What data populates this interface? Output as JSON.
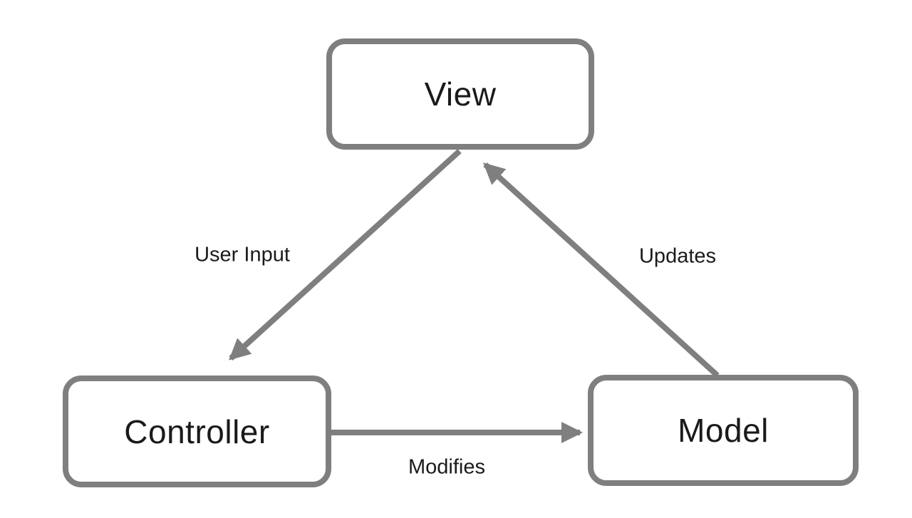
{
  "diagram": {
    "type": "flow-diagram",
    "subject": "MVC pattern",
    "nodes": [
      {
        "id": "view",
        "label": "View"
      },
      {
        "id": "controller",
        "label": "Controller"
      },
      {
        "id": "model",
        "label": "Model"
      }
    ],
    "edges": [
      {
        "from": "view",
        "to": "controller",
        "label": "User Input",
        "direction": "view-to-controller"
      },
      {
        "from": "model",
        "to": "view",
        "label": "Updates",
        "direction": "model-to-view"
      },
      {
        "from": "controller",
        "to": "model",
        "label": "Modifies",
        "direction": "controller-to-model"
      }
    ]
  },
  "colors": {
    "line": "#7f7f7f",
    "text": "#1a1a1a",
    "background": "#ffffff"
  }
}
